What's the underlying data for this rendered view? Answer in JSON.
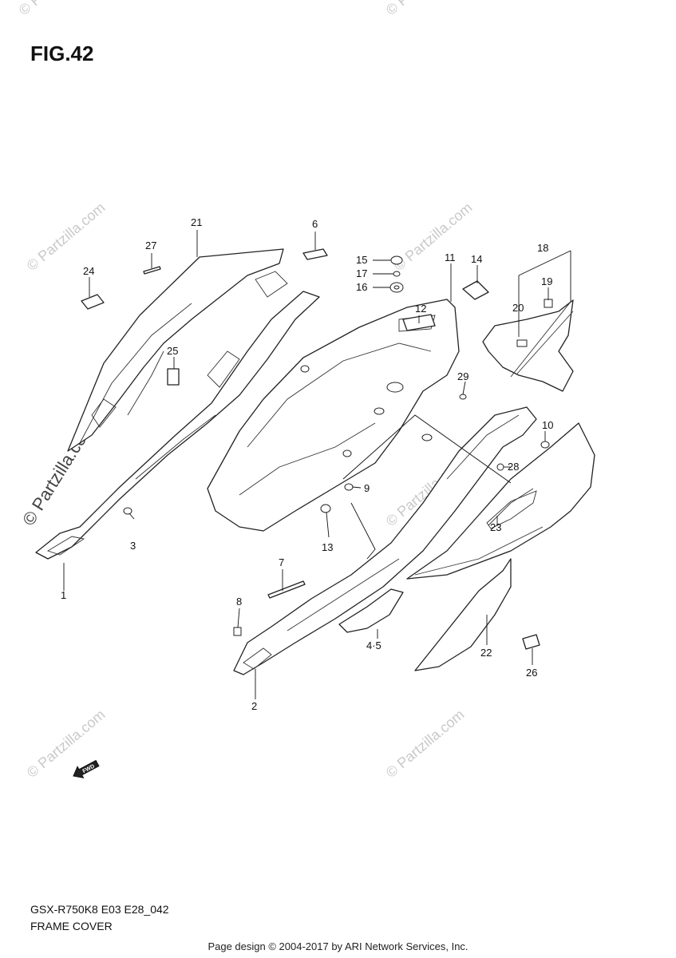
{
  "figure": {
    "title": "FIG.42",
    "model_code": "GSX-R750K8 E03 E28_042",
    "caption": "FRAME COVER"
  },
  "watermark": {
    "text": "© Partzilla.com"
  },
  "diagram": {
    "callouts": [
      "1",
      "2",
      "3",
      "4·5",
      "6",
      "7",
      "8",
      "9",
      "10",
      "11",
      "12",
      "13",
      "14",
      "15",
      "16",
      "17",
      "18",
      "19",
      "20",
      "21",
      "22",
      "23",
      "24",
      "25",
      "26",
      "27",
      "28",
      "29"
    ],
    "fwd_label": "FWD"
  },
  "footer": {
    "text": "Page design © 2004-2017 by ARI Network Services, Inc."
  }
}
